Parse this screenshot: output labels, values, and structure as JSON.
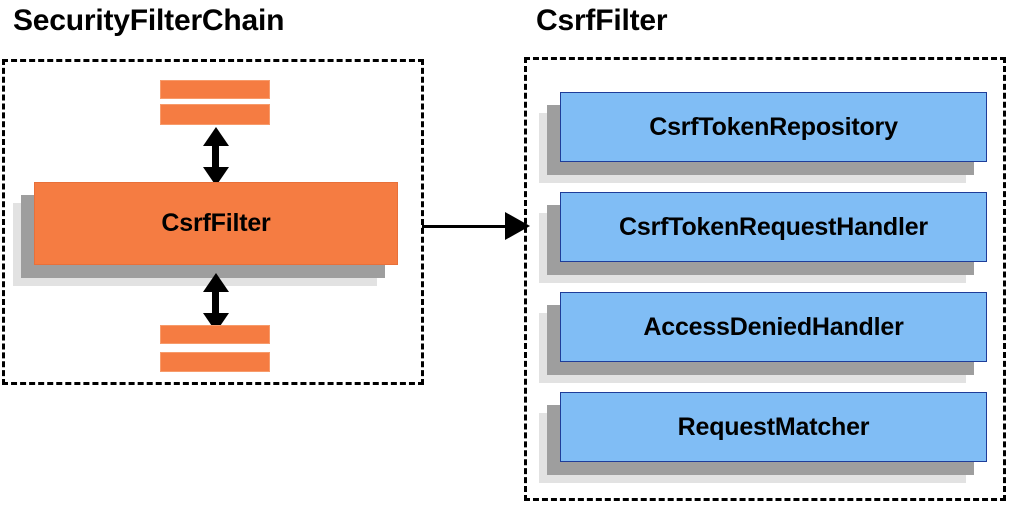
{
  "diagram": {
    "panels": [
      {
        "id": "security-filter-chain",
        "title": "SecurityFilterChain",
        "main_component": "CsrfFilter",
        "filter_bars_above": 2,
        "filter_bars_below": 2
      },
      {
        "id": "csrf-filter",
        "title": "CsrfFilter",
        "components": [
          {
            "label": "CsrfTokenRepository"
          },
          {
            "label": "CsrfTokenRequestHandler"
          },
          {
            "label": "AccessDeniedHandler"
          },
          {
            "label": "RequestMatcher"
          }
        ]
      }
    ],
    "colors": {
      "orange_fill": "#f57c42",
      "orange_border": "#e8703a",
      "blue_fill": "#80bdf5",
      "blue_border": "#1f3d99",
      "shadow_near": "#9e9e9e",
      "shadow_far": "#e2e2e2",
      "outline": "#000000"
    }
  }
}
